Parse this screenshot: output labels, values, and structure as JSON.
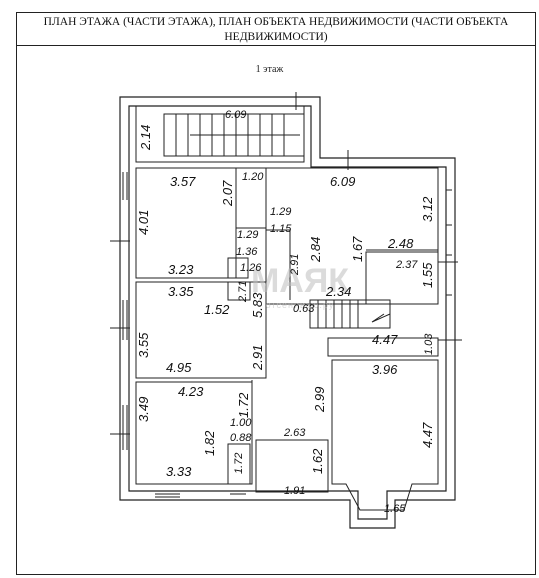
{
  "header": {
    "title_line1": "ПЛАН ЭТАЖА (ЧАСТИ ЭТАЖА), ПЛАН ОБЪЕКТА НЕДВИЖИМОСТИ (ЧАСТИ ОБЪЕКТА",
    "title_line2": "НЕДВИЖИМОСТИ)"
  },
  "floor_label": "1 этаж",
  "watermark": {
    "brand": "МАЯК",
    "site": "отсениваю.ру"
  },
  "dimensions": {
    "stair_width": "6.09",
    "stair_depth": "2.14",
    "room_a_width": "3.57",
    "room_a_side": "2.07",
    "room_a_depth": "4.01",
    "corr_top": "1.20",
    "living_width": "6.09",
    "living_depth": "3.12",
    "niche_1": "1.29",
    "niche_2": "1.15",
    "niche_3": "1.29",
    "niche_4": "1.36",
    "niche_5": "1.26",
    "hall_a": "2.91",
    "hall_b": "2.84",
    "room_a_bottom": "3.23",
    "wc_side": "2.71",
    "small_depth": "1.67",
    "closet_w": "2.48",
    "closet_w2": "2.37",
    "closet_d": "1.55",
    "stair2_w": "2.34",
    "stair2_d": "0.63",
    "hall_c": "5.83",
    "room_b_top": "3.35",
    "room_b_depth": "3.55",
    "room_b_side": "1.52",
    "room_b_side2": "2.91",
    "room_b_bottom": "4.95",
    "step_w": "4.47",
    "step_d": "1.03",
    "kitchen_w": "3.96",
    "kitchen_d": "4.47",
    "kitchen_side": "2.99",
    "room_c_top": "4.23",
    "room_c_depth": "3.49",
    "room_c_side": "1.72",
    "room_c_bottom": "3.33",
    "room_c_side2": "1.82",
    "bath_w": "1.00",
    "bath_w2": "0.88",
    "bath_d": "1.72",
    "wc_w": "2.63",
    "wc_w2": "1.91",
    "wc_d": "1.62",
    "bay_w": "1.65"
  }
}
